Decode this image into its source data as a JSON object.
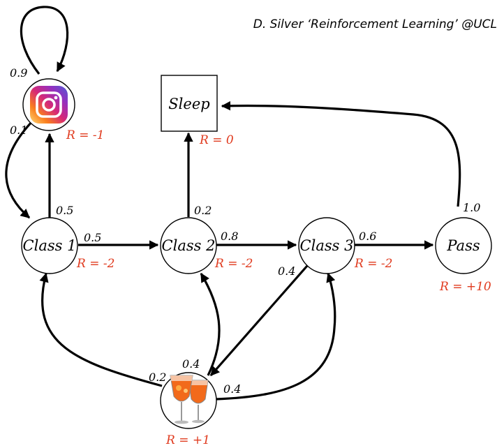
{
  "credit": "D. Silver ‘Reinforcement Learning’ @UCL",
  "states": {
    "instagram": {
      "icon": "instagram-icon",
      "reward": "R = -1"
    },
    "class1": {
      "label": "Class 1",
      "reward": "R = -2"
    },
    "class2": {
      "label": "Class 2",
      "reward": "R = -2"
    },
    "class3": {
      "label": "Class 3",
      "reward": "R = -2"
    },
    "pass": {
      "label": "Pass",
      "reward": "R = +10"
    },
    "sleep": {
      "label": "Sleep",
      "reward": "R = 0"
    },
    "pub": {
      "icon": "drinks-icon",
      "reward": "R = +1"
    }
  },
  "transitions": {
    "instagram_self": "0.9",
    "instagram_to_class1": "0.1",
    "class1_to_instagram": "0.5",
    "class1_to_class2": "0.5",
    "class2_to_sleep": "0.2",
    "class2_to_class3": "0.8",
    "class3_to_pass": "0.6",
    "class3_to_pub": "0.4",
    "pass_to_sleep": "1.0",
    "pub_to_class1": "0.2",
    "pub_to_class2": "0.4",
    "pub_to_class3": "0.4"
  },
  "colors": {
    "reward": "#e03a1e",
    "edge": "#000000",
    "instagram_gradient": [
      "#feda75",
      "#fa7e1e",
      "#d62976",
      "#962fbf",
      "#4f5bd5"
    ],
    "drink": "#f26a1b"
  }
}
